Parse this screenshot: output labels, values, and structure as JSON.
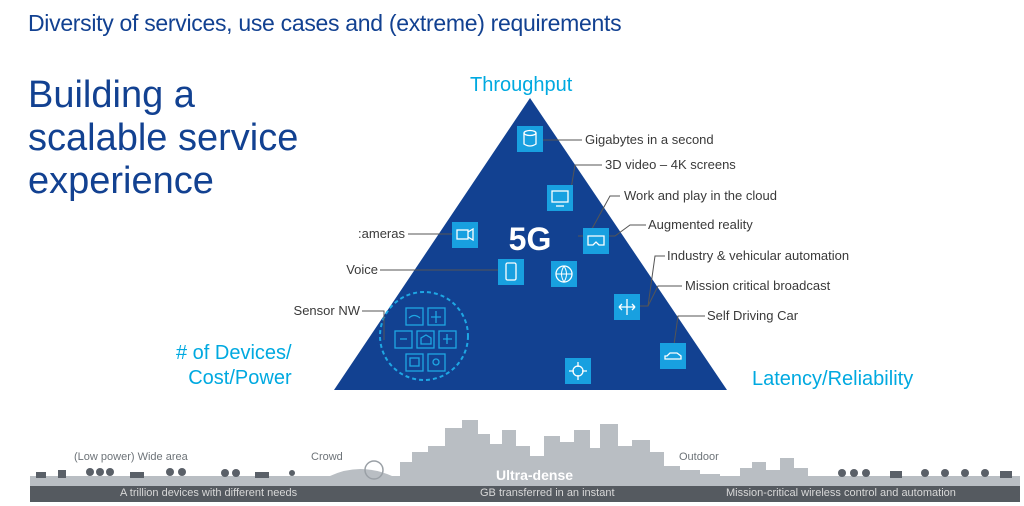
{
  "subtitle": "Diversity of services, use cases and (extreme) requirements",
  "heading": "Building a\nscalable service\nexperience",
  "center_label": "5G",
  "axes": {
    "top": "Throughput",
    "bottom_left": "# of Devices/\nCost/Power",
    "bottom_right": "Latency/Reliability"
  },
  "callouts_right": [
    "Gigabytes in a second",
    "3D video – 4K screens",
    "Work and play in the cloud",
    "Augmented reality",
    "Industry & vehicular automation",
    "Mission critical broadcast",
    "Self Driving Car"
  ],
  "callouts_left": [
    ":ameras",
    "Voice",
    "Sensor NW"
  ],
  "city": {
    "wide_area": "(Low power) Wide area",
    "crowd": "Crowd",
    "ultra_dense": "Ultra-dense",
    "outdoor": "Outdoor"
  },
  "bar": {
    "left": "A trillion devices with different needs",
    "center": "GB transferred in an instant",
    "right": "Mission-critical wireless control and automation"
  },
  "icons": [
    "database-icon",
    "monitor-icon",
    "vr-headset-icon",
    "camera-icon",
    "globe-icon",
    "smartphone-icon",
    "arrows-icon",
    "car-icon",
    "crosshair-icon",
    "sensor-icons"
  ],
  "colors": {
    "title": "#124191",
    "accent": "#00a9e0",
    "pyramid": "#124191",
    "icon_fill": "#18a0e0",
    "bar": "#555a60",
    "skyline": "#b9bec3"
  }
}
